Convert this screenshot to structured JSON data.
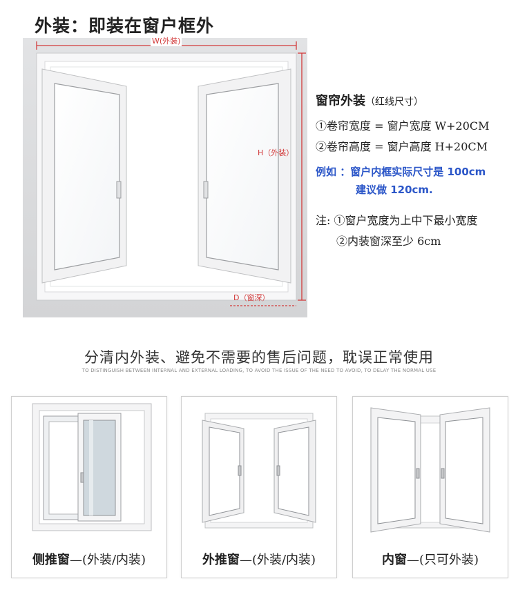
{
  "top_title": "外装：即装在窗户框外",
  "diagram": {
    "width_label": "W(外装)",
    "height_label": "H（外装）",
    "depth_label": "D（窗深）"
  },
  "info": {
    "title": "窗帘外装",
    "title_sub": "（红线尺寸）",
    "rule1": "①卷帘宽度 = 窗户宽度 W+20CM",
    "rule2": "②卷帘高度 = 窗户高度 H+20CM",
    "example_line1": "例如 ：窗户内框实际尺寸是 100cm",
    "example_line2": "建议做 120cm.",
    "note1": "注: ①窗户宽度为上中下最小宽度",
    "note2": "②内装窗深至少 6cm"
  },
  "headline": "分清内外装、避免不需要的售后问题，耽误正常使用",
  "subline": "TO DISTINGUISH BETWEEN INTERNAL AND EXTERNAL LOADING, TO AVOID THE ISSUE OF THE NEED TO AVOID, TO DELAY THE NORMAL USE",
  "cards": [
    {
      "name_bold": "侧推窗",
      "name_rest": "—(外装/内装)"
    },
    {
      "name_bold": "外推窗",
      "name_rest": "—(外装/内装)"
    },
    {
      "name_bold": "内窗",
      "name_rest": "—(只可外装)"
    }
  ],
  "colors": {
    "dimension_red": "#d23a3a",
    "example_blue": "#2b56c8",
    "frame_grey": "#d9dadc"
  }
}
